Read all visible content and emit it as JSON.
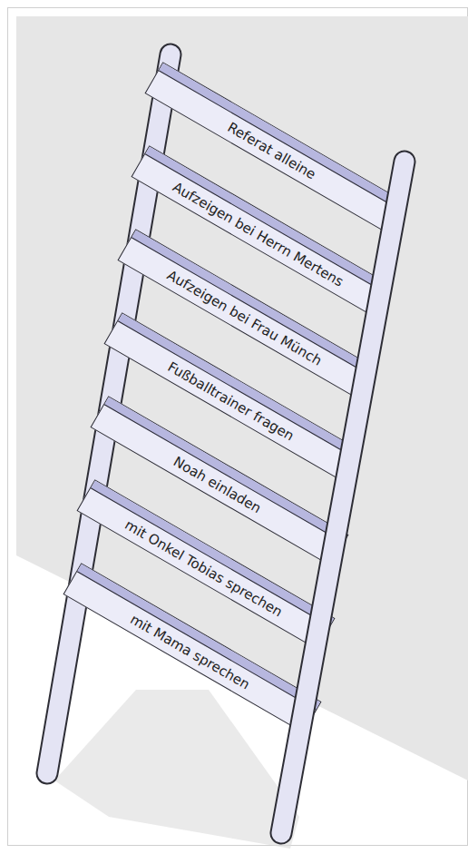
{
  "diagram": {
    "nodes": [
      {
        "text": [
          "Referat alleine"
        ]
      },
      {
        "text": [
          "Aufzeigen bei Herrn Mertens"
        ]
      },
      {
        "text": [
          "Aufzeigen bei Frau Münch"
        ]
      },
      {
        "text": [
          "Fußballtrainer fragen"
        ]
      },
      {
        "text": [
          "Noah einladen"
        ]
      },
      {
        "text": [
          "mit Onkel Tobias sprechen"
        ]
      },
      {
        "text": [
          "mit Mama sprechen"
        ]
      }
    ]
  }
}
